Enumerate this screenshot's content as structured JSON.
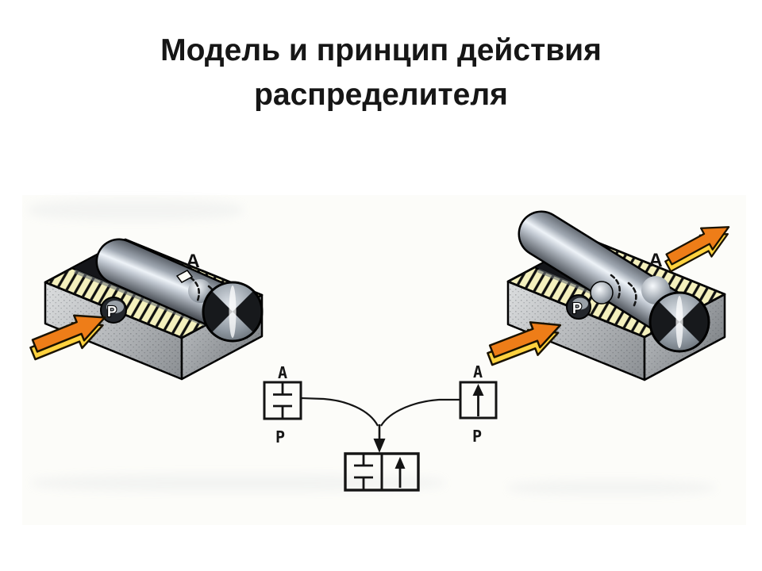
{
  "slide": {
    "title": {
      "line1": "Модель и принцип действия",
      "line2": "распределителя"
    }
  },
  "left_model": {
    "label_a": "A",
    "label_p": "P"
  },
  "right_model": {
    "label_a": "A",
    "label_p": "P"
  },
  "schematic": {
    "closed_valve": {
      "label_a": "A",
      "label_p": "P"
    },
    "open_valve": {
      "label_a": "A",
      "label_p": "P"
    }
  },
  "icons": {
    "inlet_flow_arrow": "3d-flow-arrow",
    "outlet_flow_arrow": "3d-flow-arrow",
    "merge_arrow": "down-arrowhead"
  },
  "colors": {
    "arrow_orange": "#ee7d18",
    "arrow_yellow": "#ffd23f",
    "hatch_fill": "#f4f0bd",
    "seat_mark_red": "#c4202e",
    "outline_black": "#111111",
    "metal_light": "#eef3f8",
    "metal_dark": "#3c4148"
  }
}
